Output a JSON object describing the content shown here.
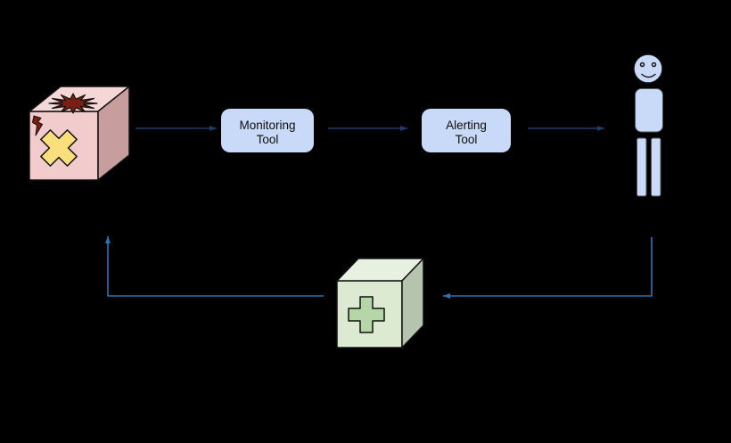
{
  "canvas": {
    "background": "#000000"
  },
  "diagram": {
    "nodes": {
      "broken_system": {
        "icon": "broken-system-cube",
        "front_color": "#f2cccc",
        "top_color": "#f6d7d7",
        "side_color": "#c79d9d",
        "explosion_color": "#7b2010",
        "lightning_color": "#7b2010",
        "cross_color": "#fbdf7d"
      },
      "monitoring_tool": {
        "label_line1": "Monitoring",
        "label_line2": "Tool",
        "fill": "#c9daf8",
        "text_color": "#0d0d0d"
      },
      "alerting_tool": {
        "label_line1": "Alerting",
        "label_line2": "Tool",
        "fill": "#c9daf8",
        "text_color": "#0d0d0d"
      },
      "operator": {
        "icon": "person-figure",
        "fill": "#c9daf8",
        "head_outline_color": "#111111",
        "body_outline_color": "#555555",
        "face_color": "#1a1a1a"
      },
      "fix_cube": {
        "icon": "first-aid-cube",
        "front_color": "#dcead2",
        "top_color": "#e8f1e1",
        "side_color": "#b6c3ae",
        "plus_color": "#b5d6a6"
      }
    },
    "edges": {
      "top_color": "#1f3c6a",
      "loop_color": "#2e75b6",
      "connections": [
        {
          "from": "broken-system",
          "to": "monitoring-tool"
        },
        {
          "from": "monitoring-tool",
          "to": "alerting-tool"
        },
        {
          "from": "alerting-tool",
          "to": "operator"
        },
        {
          "from": "operator",
          "to": "fix-cube"
        },
        {
          "from": "fix-cube",
          "to": "broken-system"
        }
      ]
    }
  }
}
